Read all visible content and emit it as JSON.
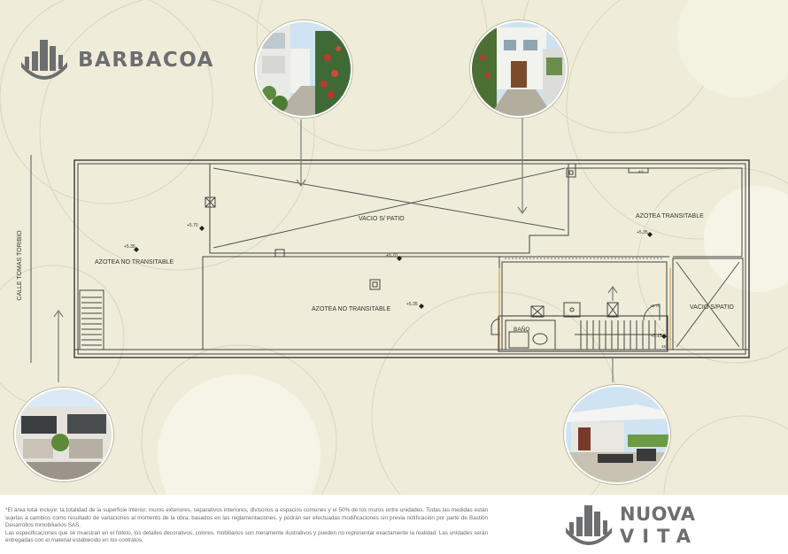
{
  "brand": {
    "title": "BARBACOA"
  },
  "plan": {
    "street": "CALLE TOMAS TORIBIO",
    "rooms": {
      "azotea_left": "AZOTEA NO TRANSITABLE",
      "vacio_center": "VACIO S/ PATIO",
      "azotea_center": "AZOTEA NO TRANSITABLE",
      "azotea_right": "AZOTEA TRANSITABLE",
      "vacio_right": "VACIO S/PATIO",
      "bano": "BAÑO"
    },
    "levels": {
      "l1": "+5.35",
      "l2": "+5.70",
      "l3": "+5.70",
      "l4": "+5.35",
      "l5": "+5.35",
      "l6": "+5.15",
      "l7": "+2.70"
    },
    "stair_number": "15",
    "ac_tag": "A/C"
  },
  "footer": {
    "disclaimer_1": "*El área total incluye: la totalidad de la superficie interior, muros exteriores, separativos interiores, divisorios a espacios comunes y el 50% de los muros entre unidades. Todas las medidas están sujetas a cambios como resultado de variaciones al momento de la obra, basados en las reglamentaciones, y podrán ser efectuadas modificaciones sin previa notificación por parte de Bastión Desarrollos Inmobiliarios SAS.",
    "disclaimer_2": "Las especificaciones que se muestran en el folleto, los detalles decorativos, colores, mobiliarios son meramente ilustrativos y pueden no representar exactamente la realidad. Las unidades serán entregadas con el material establecido en los contratos.",
    "logo_line1": "NUOVA",
    "logo_line2": "VITA"
  }
}
